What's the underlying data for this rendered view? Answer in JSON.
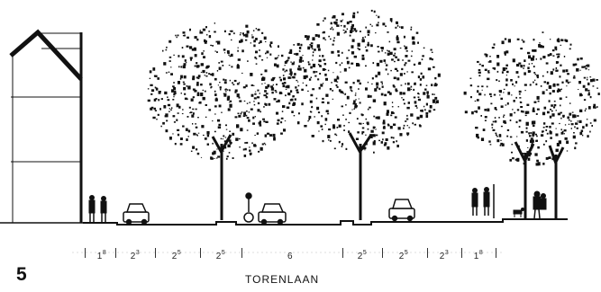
{
  "figure": {
    "number": "5",
    "street_name": "TORENLAAN"
  },
  "dimensions": [
    {
      "base": "1",
      "sup": "8"
    },
    {
      "base": "2",
      "sup": "3"
    },
    {
      "base": "2",
      "sup": "5"
    },
    {
      "base": "2",
      "sup": "5"
    },
    {
      "base": "6",
      "sup": ""
    },
    {
      "base": "2",
      "sup": "5"
    },
    {
      "base": "2",
      "sup": "5"
    },
    {
      "base": "2",
      "sup": "3"
    },
    {
      "base": "1",
      "sup": "8"
    }
  ],
  "colors": {
    "ink": "#111111",
    "paper": "#ffffff"
  }
}
